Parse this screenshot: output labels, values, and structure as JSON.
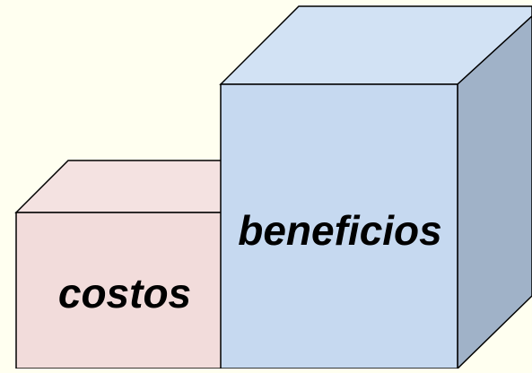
{
  "background_color": "#fffff0",
  "boxes": [
    {
      "id": "costos",
      "label": "costos",
      "colors": {
        "front": "#f2dcdb",
        "top": "#f4e2e1",
        "side": "#c9b3b2"
      }
    },
    {
      "id": "beneficios",
      "label": "beneficios",
      "colors": {
        "front": "#c6d9f0",
        "top": "#d2e2f4",
        "side": "#a0b2c8"
      }
    }
  ]
}
